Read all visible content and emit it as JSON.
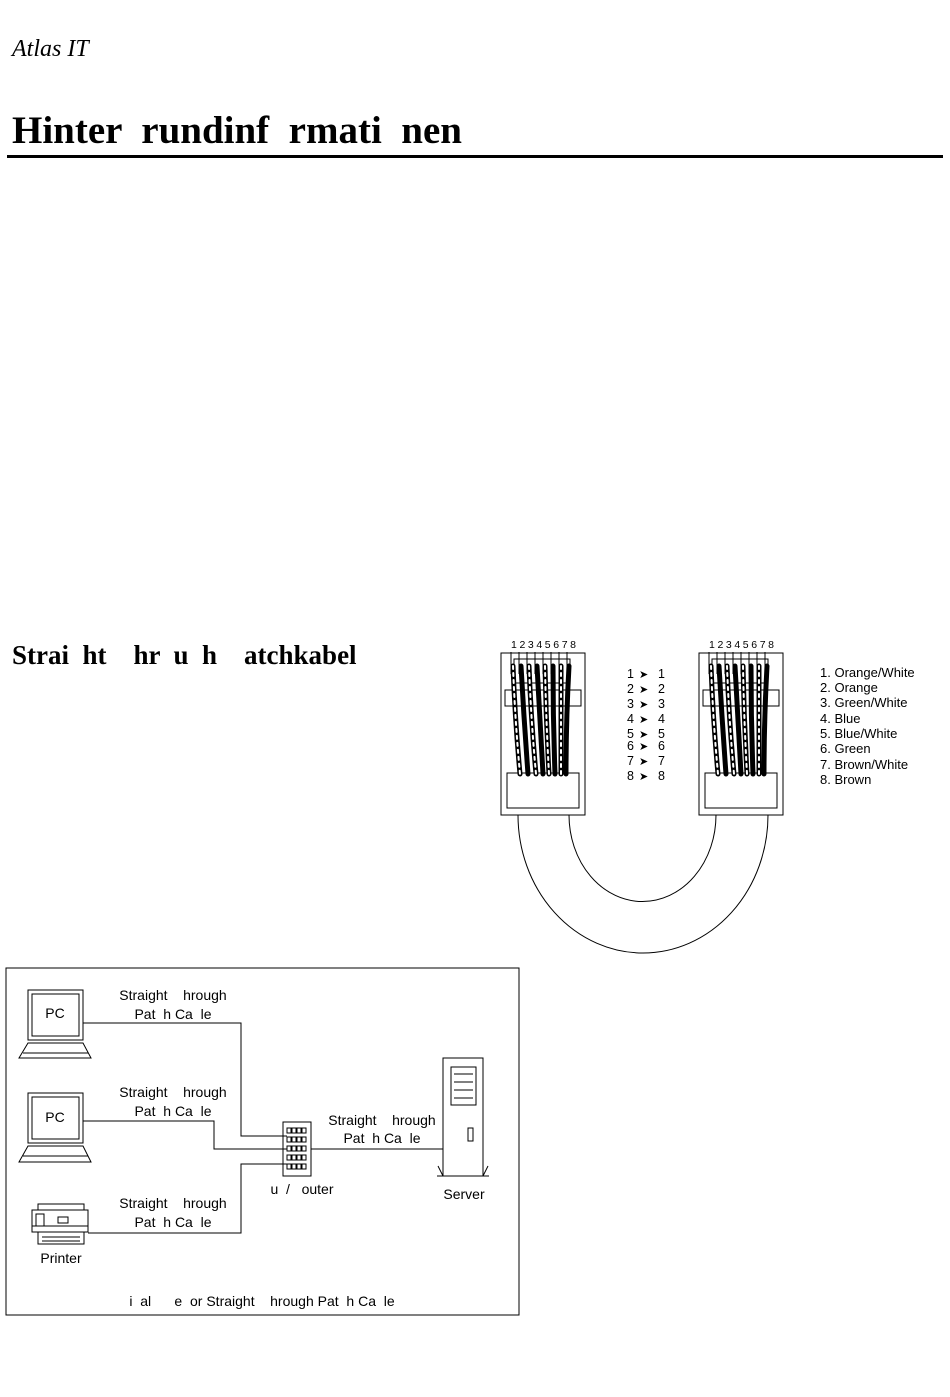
{
  "header": {
    "brand": "Atlas IT",
    "title": "Hinter  rundinf  rmati  nen"
  },
  "section": {
    "title": "Strai  ht    hr  u  h    atchkabel"
  },
  "cable_diagram": {
    "pin_numbers_label": "1 2 3 4 5 6 7 8",
    "pin_map": [
      {
        "from": "1",
        "to": "1"
      },
      {
        "from": "2",
        "to": "2"
      },
      {
        "from": "3",
        "to": "3"
      },
      {
        "from": "4",
        "to": "4"
      },
      {
        "from": "5",
        "to": "5"
      },
      {
        "from": "6",
        "to": "6"
      },
      {
        "from": "7",
        "to": "7"
      },
      {
        "from": "8",
        "to": "8"
      }
    ],
    "arrow_glyph": "➤",
    "wire_colors": [
      "1. Orange/White",
      "2. Orange",
      "3. Green/White",
      "4. Blue",
      "5. Blue/White",
      "6. Green",
      "7. Brown/White",
      "8. Brown"
    ]
  },
  "network_diagram": {
    "pc1_label": "PC",
    "pc2_label": "PC",
    "printer_label": "Printer",
    "hub_label": "u  /   outer",
    "server_label": "Server",
    "cable_line1": "Straight    hrough",
    "cable_line2": "Pat  h Ca  le",
    "caption": "i  al      e  or Straight    hrough Pat  h Ca  le"
  }
}
